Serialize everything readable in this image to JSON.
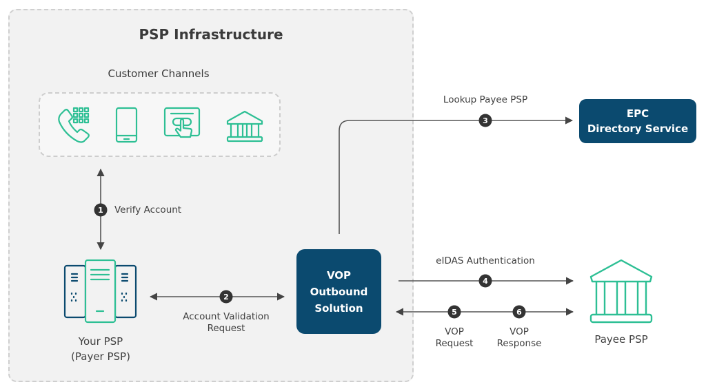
{
  "infrastructure": {
    "title": "PSP Infrastructure",
    "channels_title": "Customer Channels",
    "channel_icons": [
      "phone-keypad-icon",
      "mobile-phone-icon",
      "touch-screen-icon",
      "bank-branch-icon"
    ]
  },
  "nodes": {
    "payer_psp": {
      "line1": "Your PSP",
      "line2": "(Payer PSP)",
      "icon": "server-stack-icon"
    },
    "vop": {
      "line1": "VOP",
      "line2": "Outbound",
      "line3": "Solution"
    },
    "epc": {
      "line1": "EPC",
      "line2": "Directory Service"
    },
    "payee_psp": {
      "label": "Payee PSP",
      "icon": "bank-icon"
    }
  },
  "steps": [
    {
      "number": "1",
      "label": "Verify Account"
    },
    {
      "number": "2",
      "label_line1": "Account Validation",
      "label_line2": "Request"
    },
    {
      "number": "3",
      "label": "Lookup Payee PSP"
    },
    {
      "number": "4",
      "label": "eIDAS Authentication"
    },
    {
      "number": "5",
      "label_line1": "VOP",
      "label_line2": "Request"
    },
    {
      "number": "6",
      "label_line1": "VOP",
      "label_line2": "Response"
    }
  ],
  "colors": {
    "accent_green": "#2dbf94",
    "brand_navy": "#0b4a6f",
    "step_badge": "#333333",
    "container_bg": "#f2f2f2"
  }
}
